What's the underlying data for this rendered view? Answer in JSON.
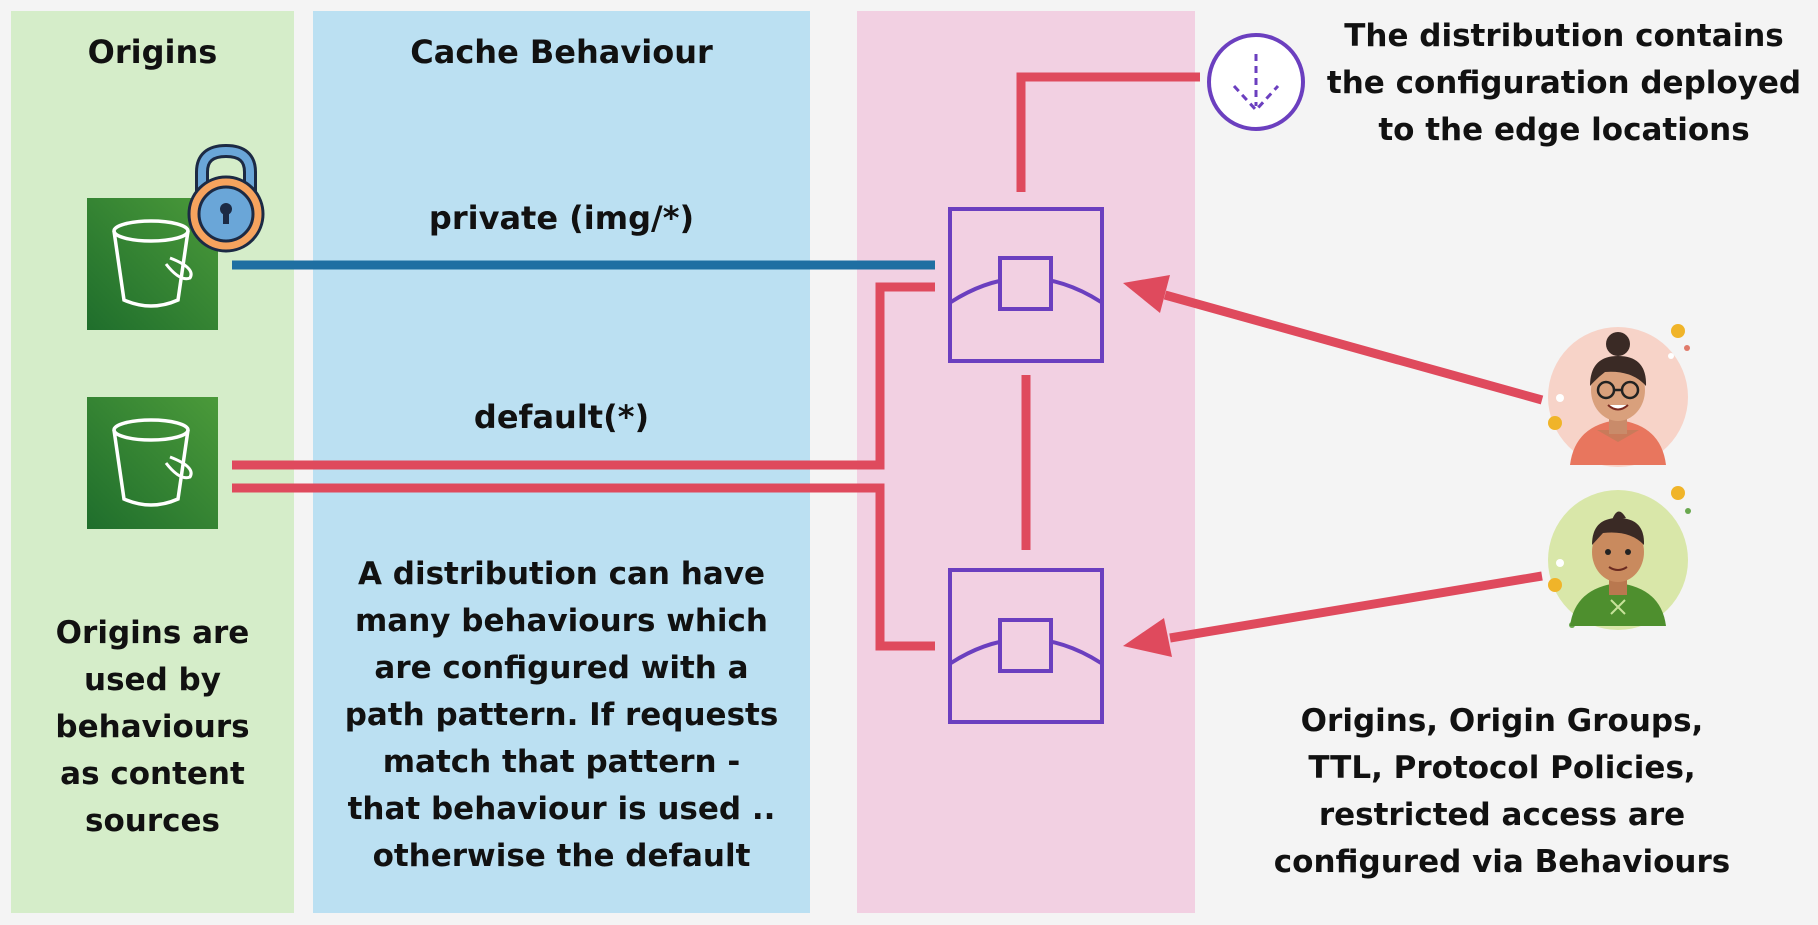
{
  "panels": {
    "origins_title": "Origins",
    "cache_title": "Cache Behaviour"
  },
  "behaviours": {
    "private_path": "private (img/*)",
    "default_path": "default(*)"
  },
  "descriptions": {
    "origins": "Origins are\nused by\nbehaviours\nas content\nsources",
    "behaviours": "A distribution can have\nmany behaviours which\nare configured with a\npath pattern. If requests\nmatch that pattern -\nthat behaviour is used ..\notherwise the default",
    "distribution": "The distribution contains\nthe configuration deployed\nto the edge locations",
    "behaviour_config": "Origins, Origin Groups,\nTTL, Protocol Policies,\nrestricted access are\nconfigured via Behaviours"
  },
  "icons": {
    "origin_private": "s3-bucket-icon",
    "origin_default": "s3-bucket-icon",
    "lock": "padlock-icon",
    "edge_location": "cloudfront-edge-location-icon",
    "distribution": "deploy-download-icon",
    "user_female": "user-avatar-icon",
    "user_male": "user-avatar-icon"
  },
  "colors": {
    "origins_panel": "#d5edc9",
    "cache_panel": "#bbe0f2",
    "edge_panel": "#f2d0e2",
    "s3_green": "#3a8a3a",
    "private_line": "#1f6fa2",
    "request_line": "#df4a5d",
    "edge_purple": "#6b3fbf"
  }
}
